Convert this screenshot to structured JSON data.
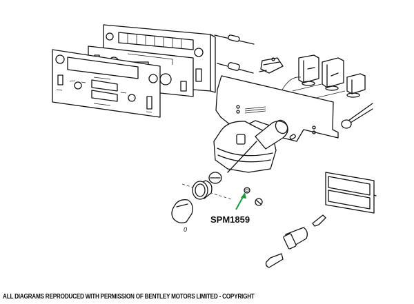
{
  "diagram": {
    "title": "Exploded view of control panel assembly",
    "callout": {
      "part_number": "SPM1859",
      "arrow_color": "#1a9a3a"
    },
    "knob_marking": "0",
    "footer_text": "ALL DIAGRAMS REPRODUCED WITH PERMISSION OF BENTLEY MOTORS LIMITED - COPYRIGHT",
    "parts": [
      "front-fascia-panel",
      "middle-trim-panel",
      "rear-switch-housing",
      "resistor",
      "diode",
      "connector-clip",
      "relay-1",
      "relay-2",
      "relay-3",
      "circuit-board",
      "led",
      "potentiometer-motor",
      "shaft-sleeve",
      "bush",
      "control-knob",
      "nut",
      "spacer",
      "light-filter-lens",
      "terminal",
      "bulb-holder",
      "bulb"
    ]
  }
}
